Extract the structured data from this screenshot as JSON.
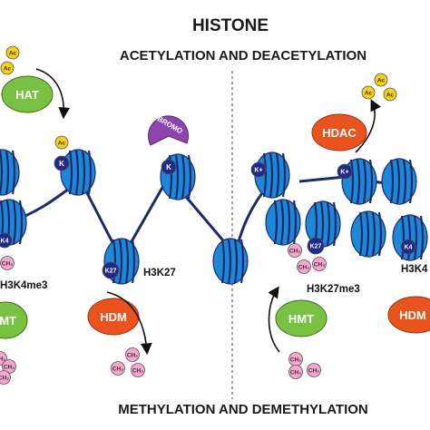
{
  "title": "HISTONE",
  "top_heading": "ACETYLATION AND DEACETYLATION",
  "bottom_heading": "METHYLATION AND DEMETHYLATION",
  "enzymes": {
    "hat": "HAT",
    "hdac": "HDAC",
    "hdm_left": "HDM",
    "hmt_left": "HMT",
    "hmt_right": "HMT",
    "hdm_right": "HDM",
    "bromo": "BROMO"
  },
  "marks": {
    "ac": "Ac",
    "k": "K",
    "k_plus": "K+",
    "k27": "K27",
    "k4": "K4",
    "ch3": "CH₃"
  },
  "labels": {
    "h3k4me3": "H3K4me3",
    "h3k27": "H3K27",
    "h3k27me3": "H3K27me3",
    "h3k4_right": "H3K4"
  },
  "colors": {
    "nucleosome": "#1e88d6",
    "nucleosome_dark": "#1b2a6b",
    "acetyl": "#f5d116",
    "methyl": "#f8a6cf",
    "hat": "#7ac143",
    "hdac": "#e8531e",
    "bromo": "#8e44ad"
  }
}
